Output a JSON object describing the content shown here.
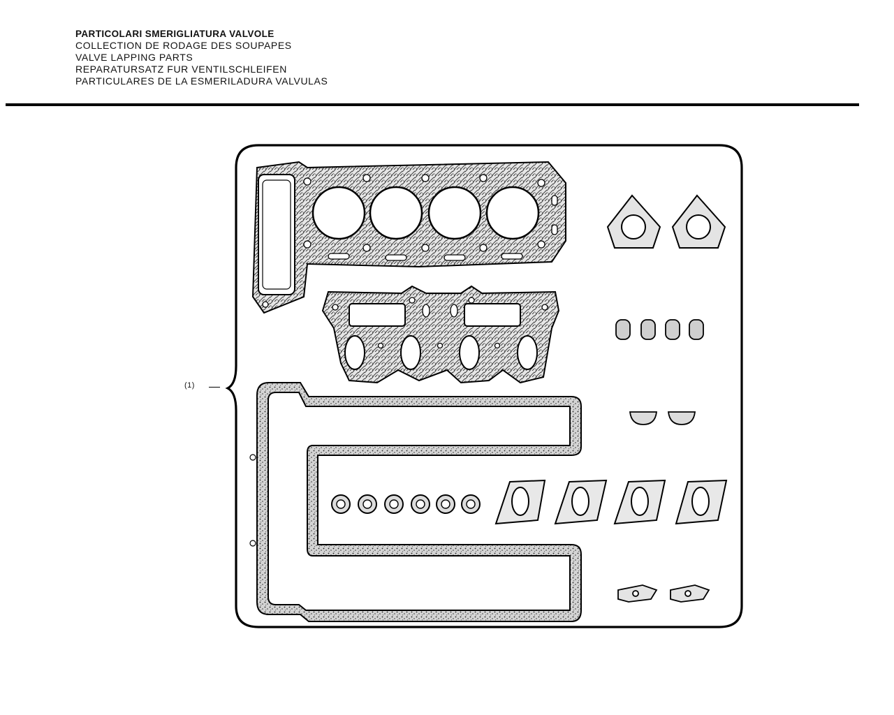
{
  "header": {
    "lines": [
      "PARTICOLARI SMERIGLIATURA VALVOLE",
      "COLLECTION DE RODAGE DES SOUPAPES",
      "VALVE LAPPING PARTS",
      "REPARATURSATZ FUR VENTILSCHLEIFEN",
      "PARTICULARES DE LA ESMERILADURA VALVULAS"
    ]
  },
  "kit": {
    "reference": "(1)"
  },
  "colors": {
    "ink": "#111111",
    "paper": "#ffffff",
    "gasket_fill": "#e4e4e4"
  }
}
